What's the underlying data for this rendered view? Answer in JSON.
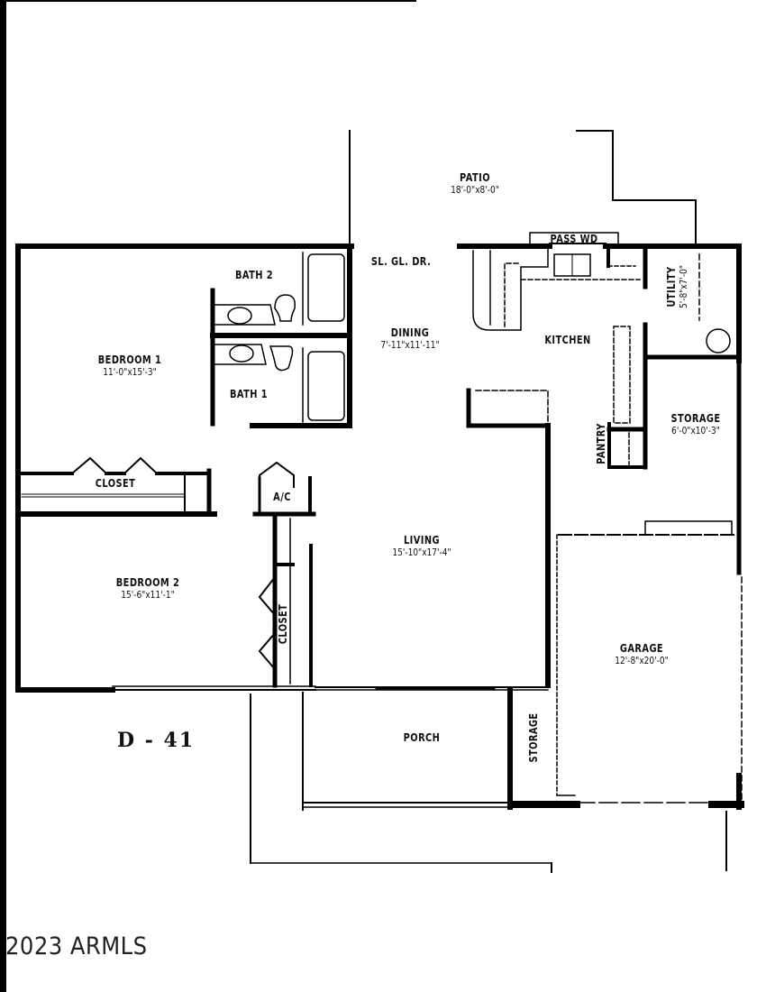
{
  "plan": {
    "code": "D - 41",
    "copyright": "2023 ARMLS"
  },
  "rooms": {
    "patio": {
      "name": "PATIO",
      "dim": "18'-0\"x8'-0\""
    },
    "sliding_glass_door": {
      "name": "SL. GL. DR."
    },
    "pass_window": {
      "name": "PASS WD"
    },
    "bath2": {
      "name": "BATH 2"
    },
    "bath1": {
      "name": "BATH 1"
    },
    "bedroom1": {
      "name": "BEDROOM 1",
      "dim": "11'-0\"x15'-3\""
    },
    "dining": {
      "name": "DINING",
      "dim": "7'-11\"x11'-11\""
    },
    "kitchen": {
      "name": "KITCHEN"
    },
    "utility": {
      "name": "UTILITY",
      "dim": "5'-8\"x7'-0\""
    },
    "storage_rear": {
      "name": "STORAGE",
      "dim": "6'-0\"x10'-3\""
    },
    "pantry": {
      "name": "PANTRY"
    },
    "closet1": {
      "name": "CLOSET"
    },
    "ac": {
      "name": "A/C"
    },
    "living": {
      "name": "LIVING",
      "dim": "15'-10\"x17'-4\""
    },
    "bedroom2": {
      "name": "BEDROOM 2",
      "dim": "15'-6\"x11'-1\""
    },
    "closet2": {
      "name": "CLOSET"
    },
    "garage": {
      "name": "GARAGE",
      "dim": "12'-8\"x20'-0\""
    },
    "porch": {
      "name": "PORCH"
    },
    "storage_front": {
      "name": "STORAGE"
    }
  },
  "colors": {
    "wall": "#000000",
    "background": "#ffffff"
  }
}
